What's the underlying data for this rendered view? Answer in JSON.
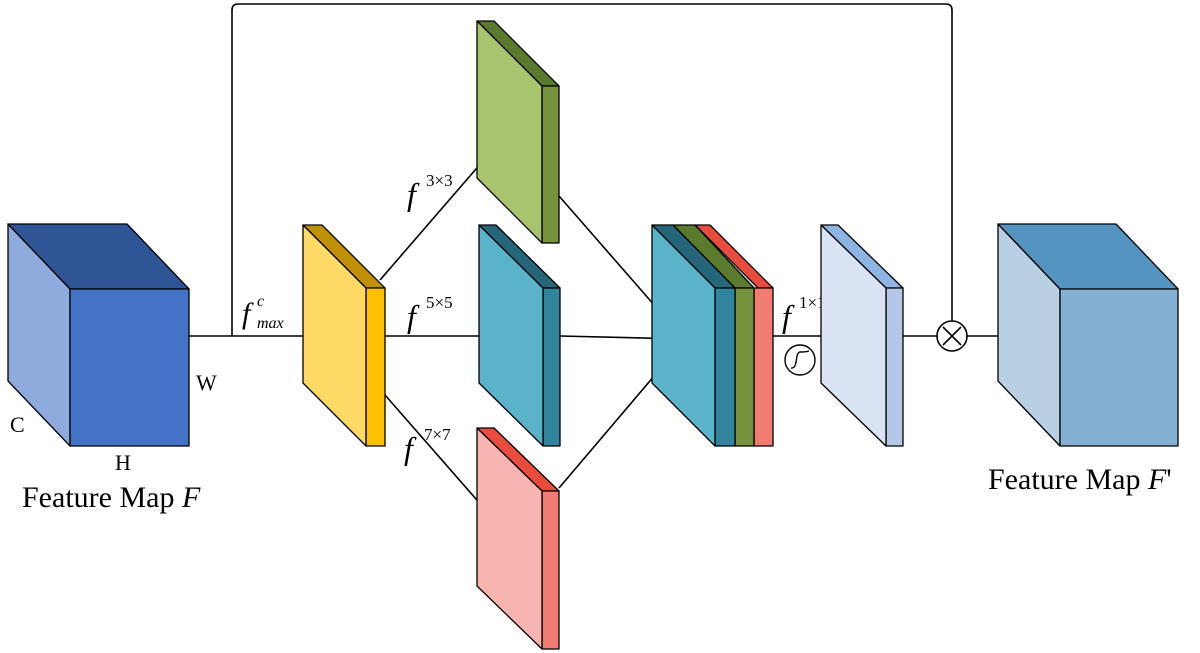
{
  "labels": {
    "channel": "C",
    "height": "H",
    "width": "W",
    "input_caption_text": "Feature Map ",
    "input_caption_symbol": "F",
    "output_caption_text": "Feature Map ",
    "output_caption_symbol": "F",
    "output_caption_prime": "'",
    "fmax_f": "f",
    "fmax_sup": "c",
    "fmax_sub": "max",
    "conv3_f": "f",
    "conv3_sup": "3×3",
    "conv5_f": "f",
    "conv5_sup": "5×5",
    "conv7_f": "f",
    "conv7_sup": "7×7",
    "conv1_f": "f",
    "conv1_sup": "1×1"
  },
  "icons": {
    "sigmoid": "sigmoid-icon",
    "multiply": "multiply-icon"
  },
  "colors": {
    "input_front": "#4472C4",
    "input_top": "#2F5597",
    "input_side": "#8FAADC",
    "max_front": "#FFD966",
    "max_top": "#BF9000",
    "max_side": "#FFC000",
    "conv3_front": "#A9C46F",
    "conv3_top": "#5A7A2E",
    "conv3_side": "#76923C",
    "conv5_front": "#5BB3C9",
    "conv5_top": "#25667A",
    "conv5_side": "#31849B",
    "conv7_front": "#F8B4B0",
    "conv7_top": "#E84C3D",
    "conv7_side": "#F07C72",
    "sigmoid_front": "#DAE3F3",
    "sigmoid_top": "#8EB4E3",
    "sigmoid_side": "#B4C7E7",
    "output_front": "#84B0D3",
    "output_top": "#5593C0",
    "output_side": "#B8CFE4"
  }
}
